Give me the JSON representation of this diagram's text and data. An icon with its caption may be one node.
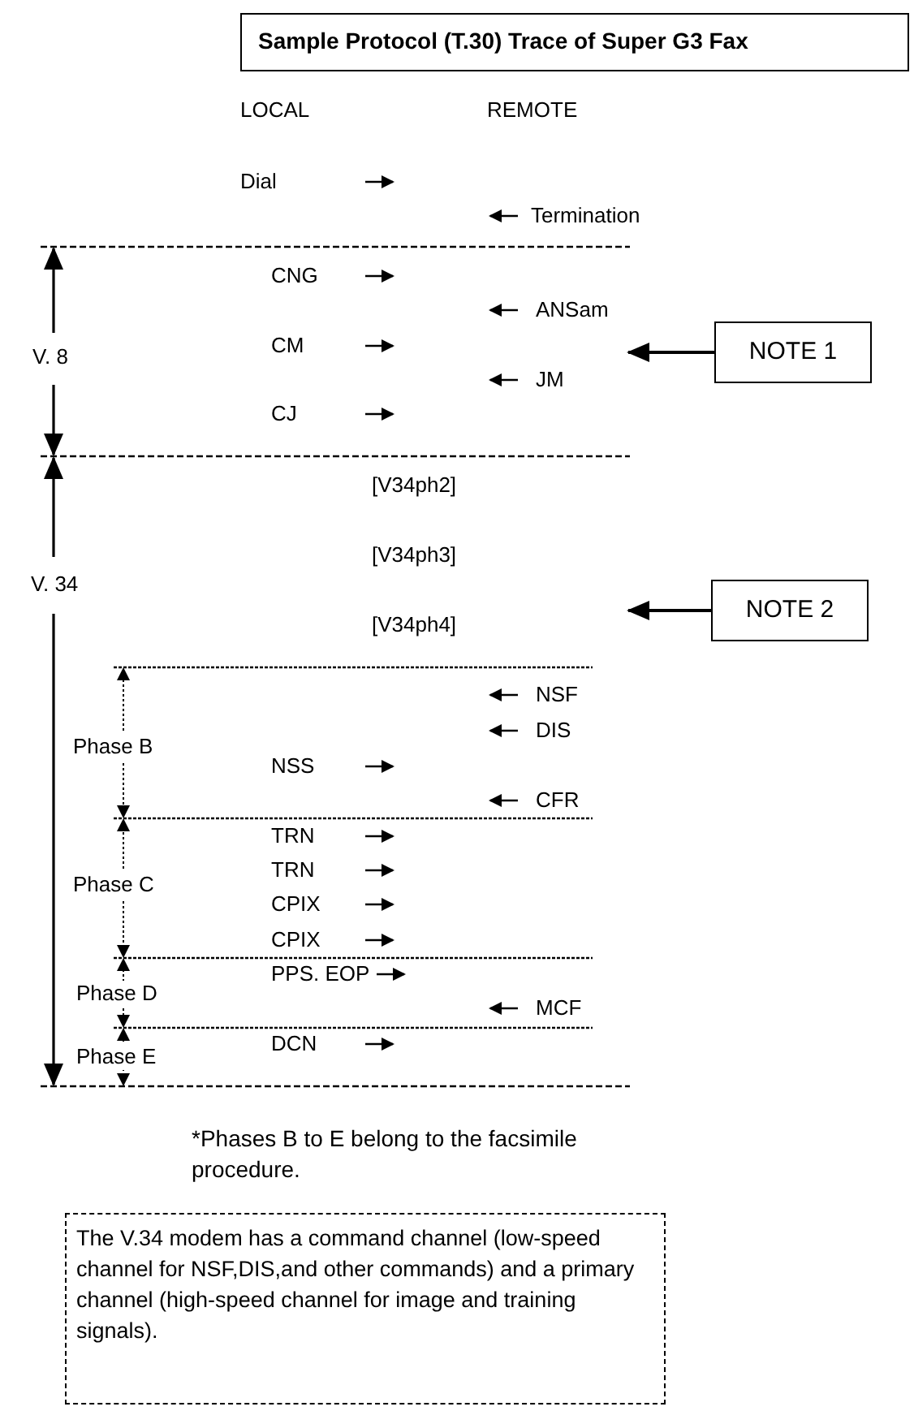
{
  "diagram": {
    "nodes": [
      {
        "text": [
          "Sample Protocol (T.30) Trace of Super G3 Fax"
        ]
      },
      {
        "text": [
          "NOTE 1"
        ]
      },
      {
        "text": [
          "NOTE 2"
        ]
      },
      {
        "text": [
          "The V.34 modem has a command channel (low-speed channel for NSF,DIS,and other commands) and a primary channel (high-speed channel for image and training signals)."
        ]
      }
    ],
    "edges": [
      {
        "from": 1,
        "to": null,
        "arrow": "to"
      },
      {
        "from": 2,
        "to": null,
        "arrow": "to"
      }
    ],
    "labels": [
      "LOCAL",
      "REMOTE",
      "Dial",
      "Termination",
      "CNG",
      "ANSam",
      "CM",
      "JM",
      "CJ",
      "V. 8",
      "V. 34",
      "[V34ph2]",
      "[V34ph3]",
      "[V34ph4]",
      "NSF",
      "DIS",
      "Phase B",
      "NSS",
      "CFR",
      "TRN",
      "TRN",
      "Phase C",
      "CPIX",
      "CPIX",
      "PPS. EOP",
      "Phase D",
      "MCF",
      "DCN",
      "Phase E",
      "*Phases B to E belong to the facsimile procedure."
    ]
  }
}
